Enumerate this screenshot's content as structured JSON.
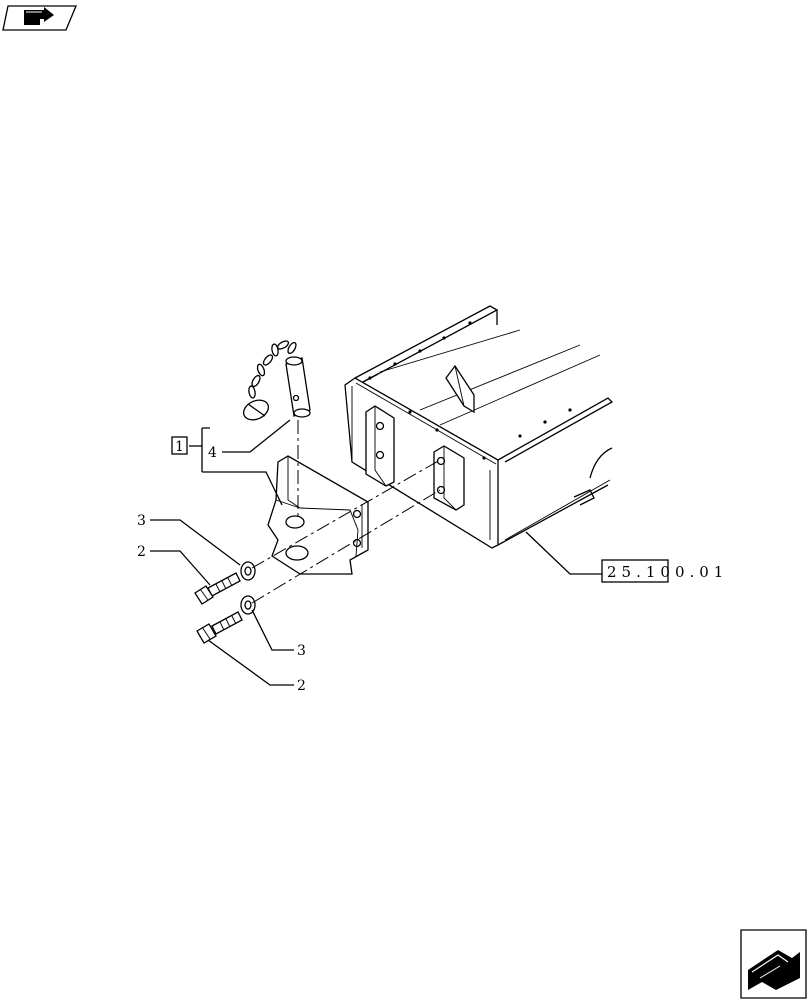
{
  "callouts": {
    "kit": "1",
    "hitch_pin": "4",
    "washer_upper": "3",
    "washer_lower": "3",
    "bolt_upper": "2",
    "bolt_lower": "2"
  },
  "reference": {
    "frame_section": "25.100.01"
  },
  "icons": {
    "top_left": "previous-page-icon",
    "bottom_right": "next-page-icon"
  }
}
